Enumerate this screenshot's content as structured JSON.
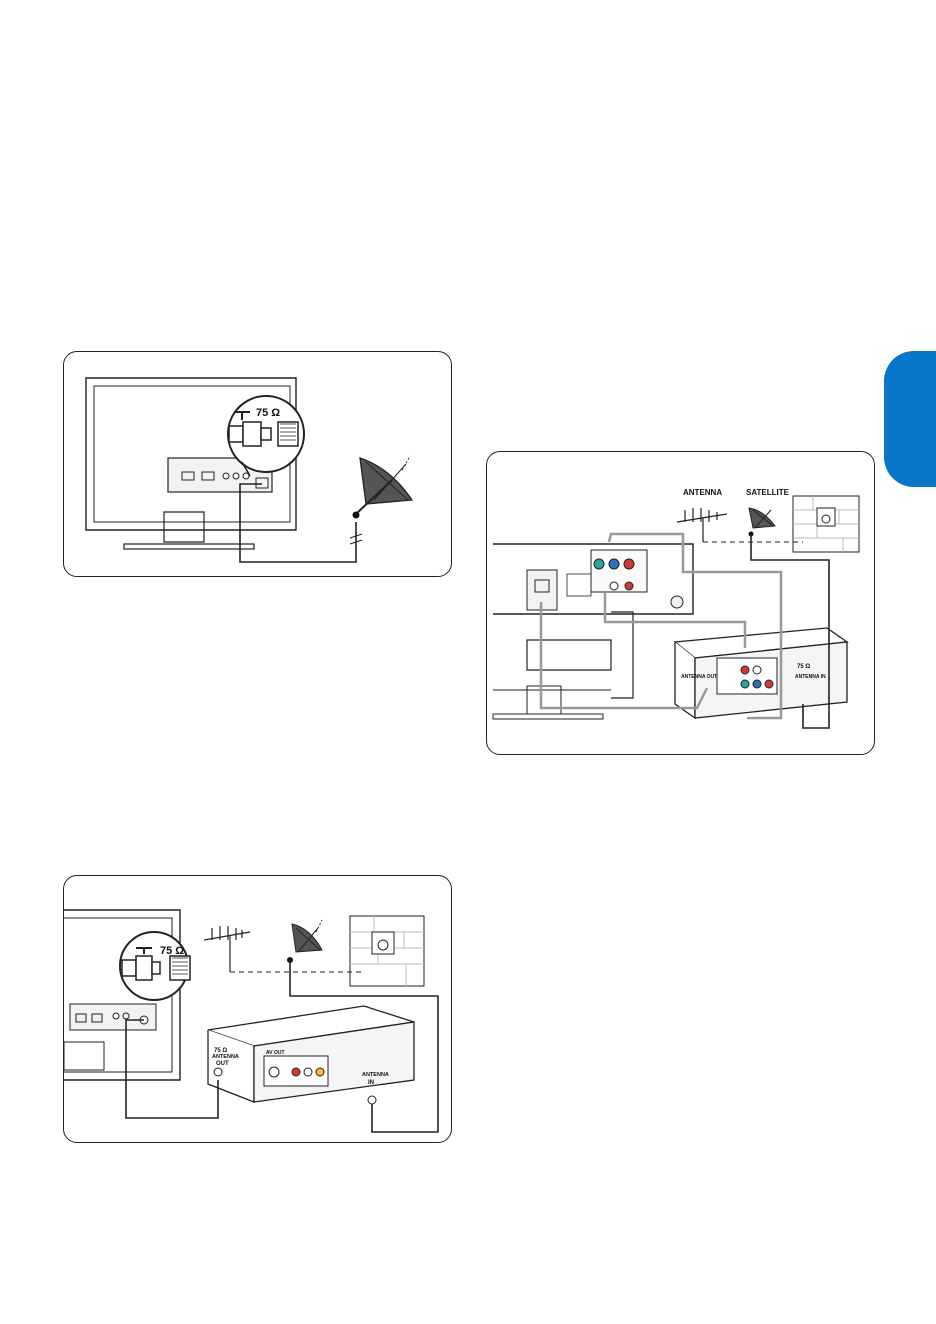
{
  "sidebar_tab": {
    "color": "#0a76c9"
  },
  "figure1": {
    "impedance": "75 Ω"
  },
  "figure2": {
    "antenna_label": "ANTENNA",
    "satellite_label": "SATELLITE",
    "out_label": "ANTENNA OUT",
    "in_label": "ANTENNA IN",
    "impedance": "75 Ω"
  },
  "figure3": {
    "impedance": "75 Ω",
    "out_top": "ANTENNA",
    "out_bottom": "OUT",
    "in_top": "ANTENNA",
    "in_bottom": "IN",
    "av_out": "AV OUT",
    "box_impedance": "75 Ω"
  }
}
